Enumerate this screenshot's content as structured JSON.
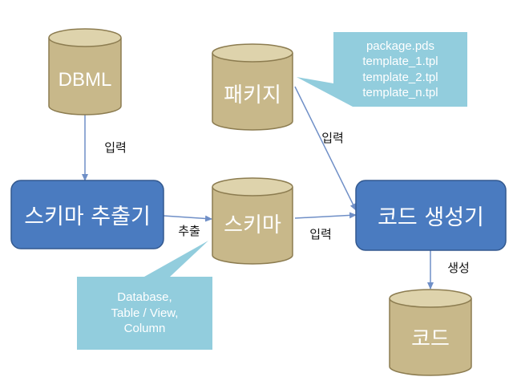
{
  "colors": {
    "cylinder_fill": "#c8b88a",
    "cylinder_top": "#ded3ac",
    "cylinder_stroke": "#8c7c50",
    "box_fill": "#4a7bc0",
    "box_stroke": "#33598f",
    "callout_fill": "#92cddd",
    "arrow": "#6f8fc7"
  },
  "nodes": {
    "dbml": "DBML",
    "package": "패키지",
    "schema": "스키마",
    "code": "코드",
    "extractor": "스키마 추출기",
    "generator": "코드 생성기"
  },
  "callouts": {
    "package_files": [
      "package.pds",
      "template_1.tpl",
      "template_2.tpl",
      "template_n.tpl"
    ],
    "schema_contents": [
      "Database,",
      "Table / View,",
      "Column"
    ]
  },
  "edges": {
    "dbml_to_extractor": "입력",
    "extractor_to_schema": "추출",
    "package_to_generator": "입력",
    "schema_to_generator": "입력",
    "generator_to_code": "생성"
  }
}
